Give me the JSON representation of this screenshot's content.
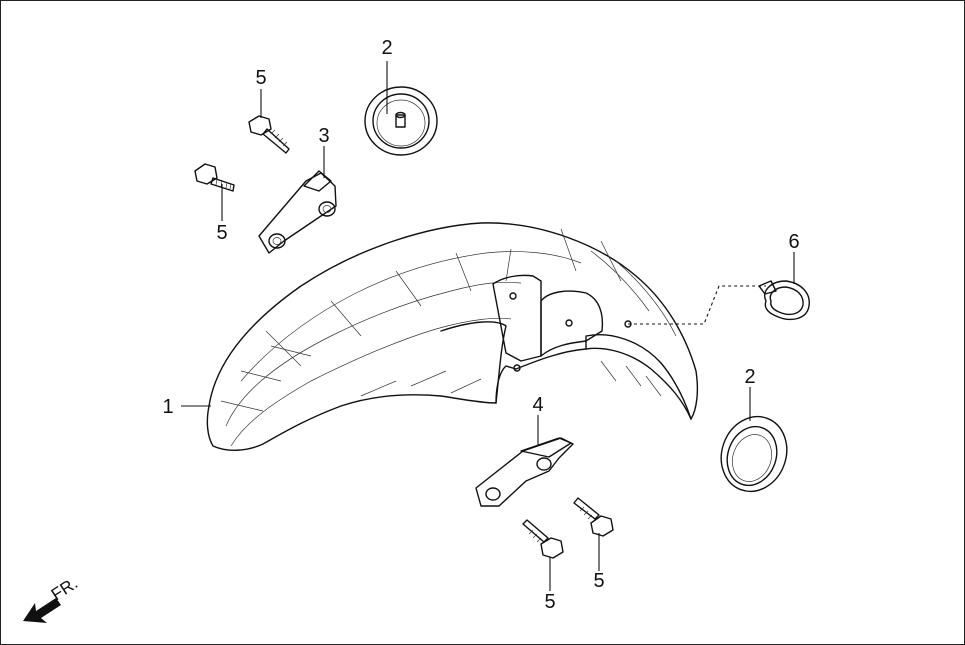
{
  "diagram": {
    "callouts": {
      "fender": "1",
      "cap_top": "2",
      "cap_right": "2",
      "bracket_upper": "3",
      "bracket_lower": "4",
      "bolt_a": "5",
      "bolt_b": "5",
      "bolt_c": "5",
      "bolt_d": "5",
      "clip": "6"
    },
    "direction_label": "FR."
  }
}
